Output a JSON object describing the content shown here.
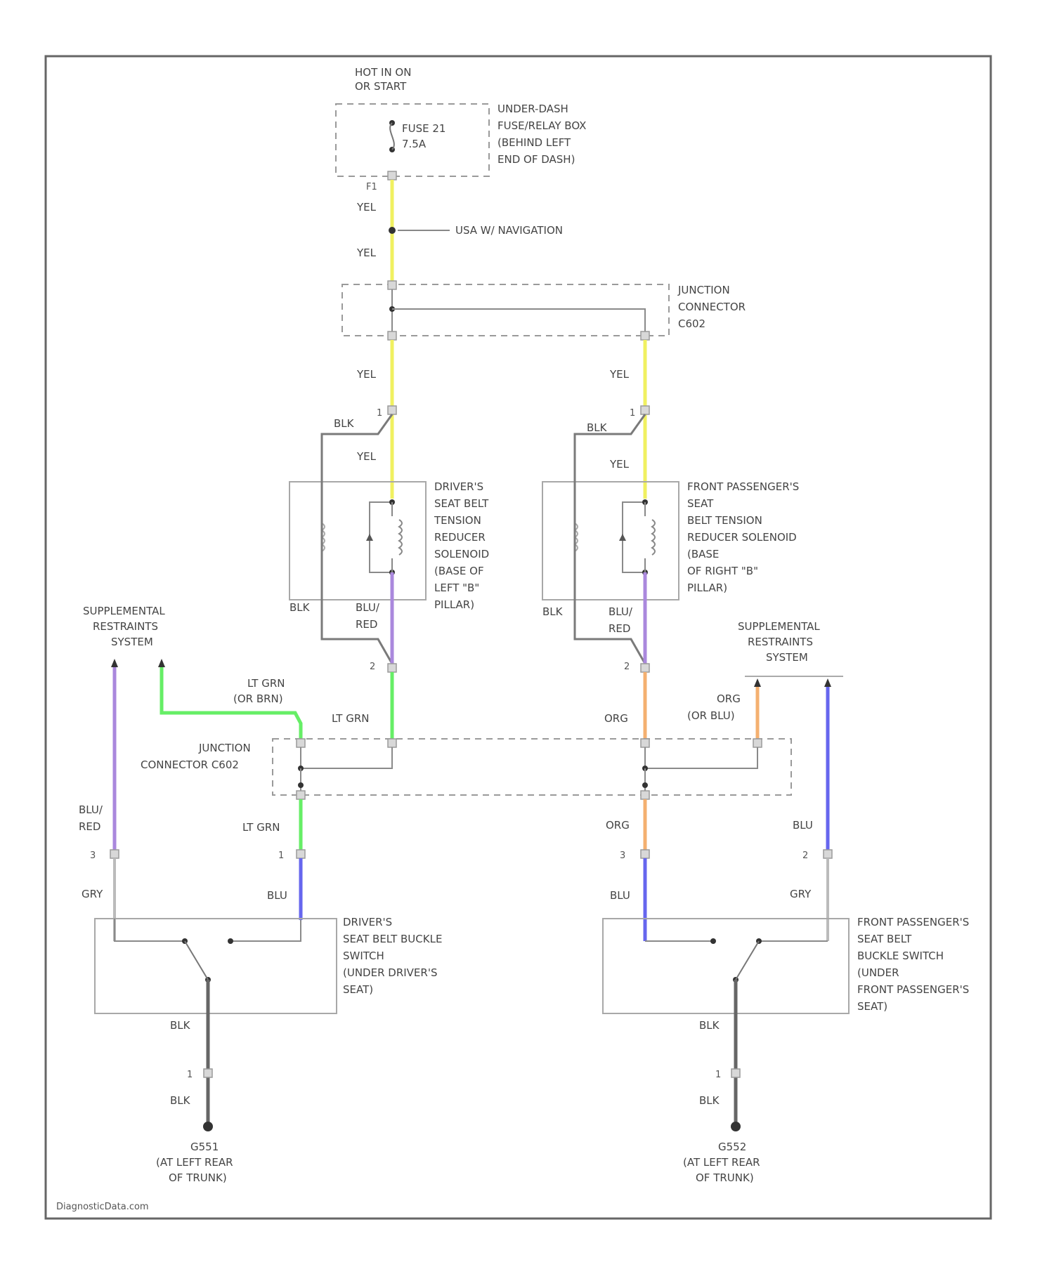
{
  "colors": {
    "yel": "#f0f060",
    "lt_grn": "#66ee66",
    "org": "#f4b070",
    "blu": "#6666ee",
    "blu_red": "#aa88dd",
    "blk": "#666666",
    "gry": "#bbbbbb"
  },
  "power": {
    "hot": [
      "HOT IN ON",
      "OR START"
    ]
  },
  "fuse_box": {
    "name": [
      "UNDER-DASH",
      "FUSE/RELAY BOX",
      "(BEHIND LEFT",
      "END OF DASH)"
    ],
    "fuse": [
      "FUSE 21",
      "7.5A"
    ],
    "terminal": "F1"
  },
  "splice_label": "USA W/ NAVIGATION",
  "junction_top": [
    "JUNCTION",
    "CONNECTOR",
    "C602"
  ],
  "junction_bottom": [
    "JUNCTION",
    "CONNECTOR C602"
  ],
  "driver_solenoid": [
    "DRIVER'S",
    "SEAT BELT",
    "TENSION",
    "REDUCER",
    "SOLENOID",
    "(BASE OF",
    "LEFT \"B\"",
    "PILLAR)"
  ],
  "passenger_solenoid": [
    "FRONT PASSENGER'S",
    "SEAT",
    "BELT TENSION",
    "REDUCER SOLENOID",
    "(BASE",
    "OF RIGHT \"B\"",
    "PILLAR)"
  ],
  "srs_left": [
    "SUPPLEMENTAL",
    "RESTRAINTS",
    "SYSTEM"
  ],
  "srs_right": [
    "SUPPLEMENTAL",
    "RESTRAINTS",
    "SYSTEM"
  ],
  "driver_switch": [
    "DRIVER'S",
    "SEAT BELT BUCKLE",
    "SWITCH",
    "(UNDER DRIVER'S",
    "SEAT)"
  ],
  "passenger_switch": [
    "FRONT PASSENGER'S",
    "SEAT BELT",
    "BUCKLE SWITCH",
    "(UNDER",
    "FRONT PASSENGER'S",
    "SEAT)"
  ],
  "ground_left": [
    "G551",
    "(AT LEFT REAR",
    "OF TRUNK)"
  ],
  "ground_right": [
    "G552",
    "(AT LEFT REAR",
    "OF TRUNK)"
  ],
  "wire_labels": {
    "yel": "YEL",
    "blk": "BLK",
    "blu_red": [
      "BLU/",
      "RED"
    ],
    "lt_grn": "LT GRN",
    "lt_grn_or_brn": [
      "LT GRN",
      "(OR BRN)"
    ],
    "org": "ORG",
    "org_or_blu": [
      "ORG",
      "(OR BLU)"
    ],
    "blu": "BLU",
    "gry": "GRY"
  },
  "pins": {
    "p1": "1",
    "p2": "2",
    "p3": "3"
  },
  "footer": "DiagnosticData.com"
}
